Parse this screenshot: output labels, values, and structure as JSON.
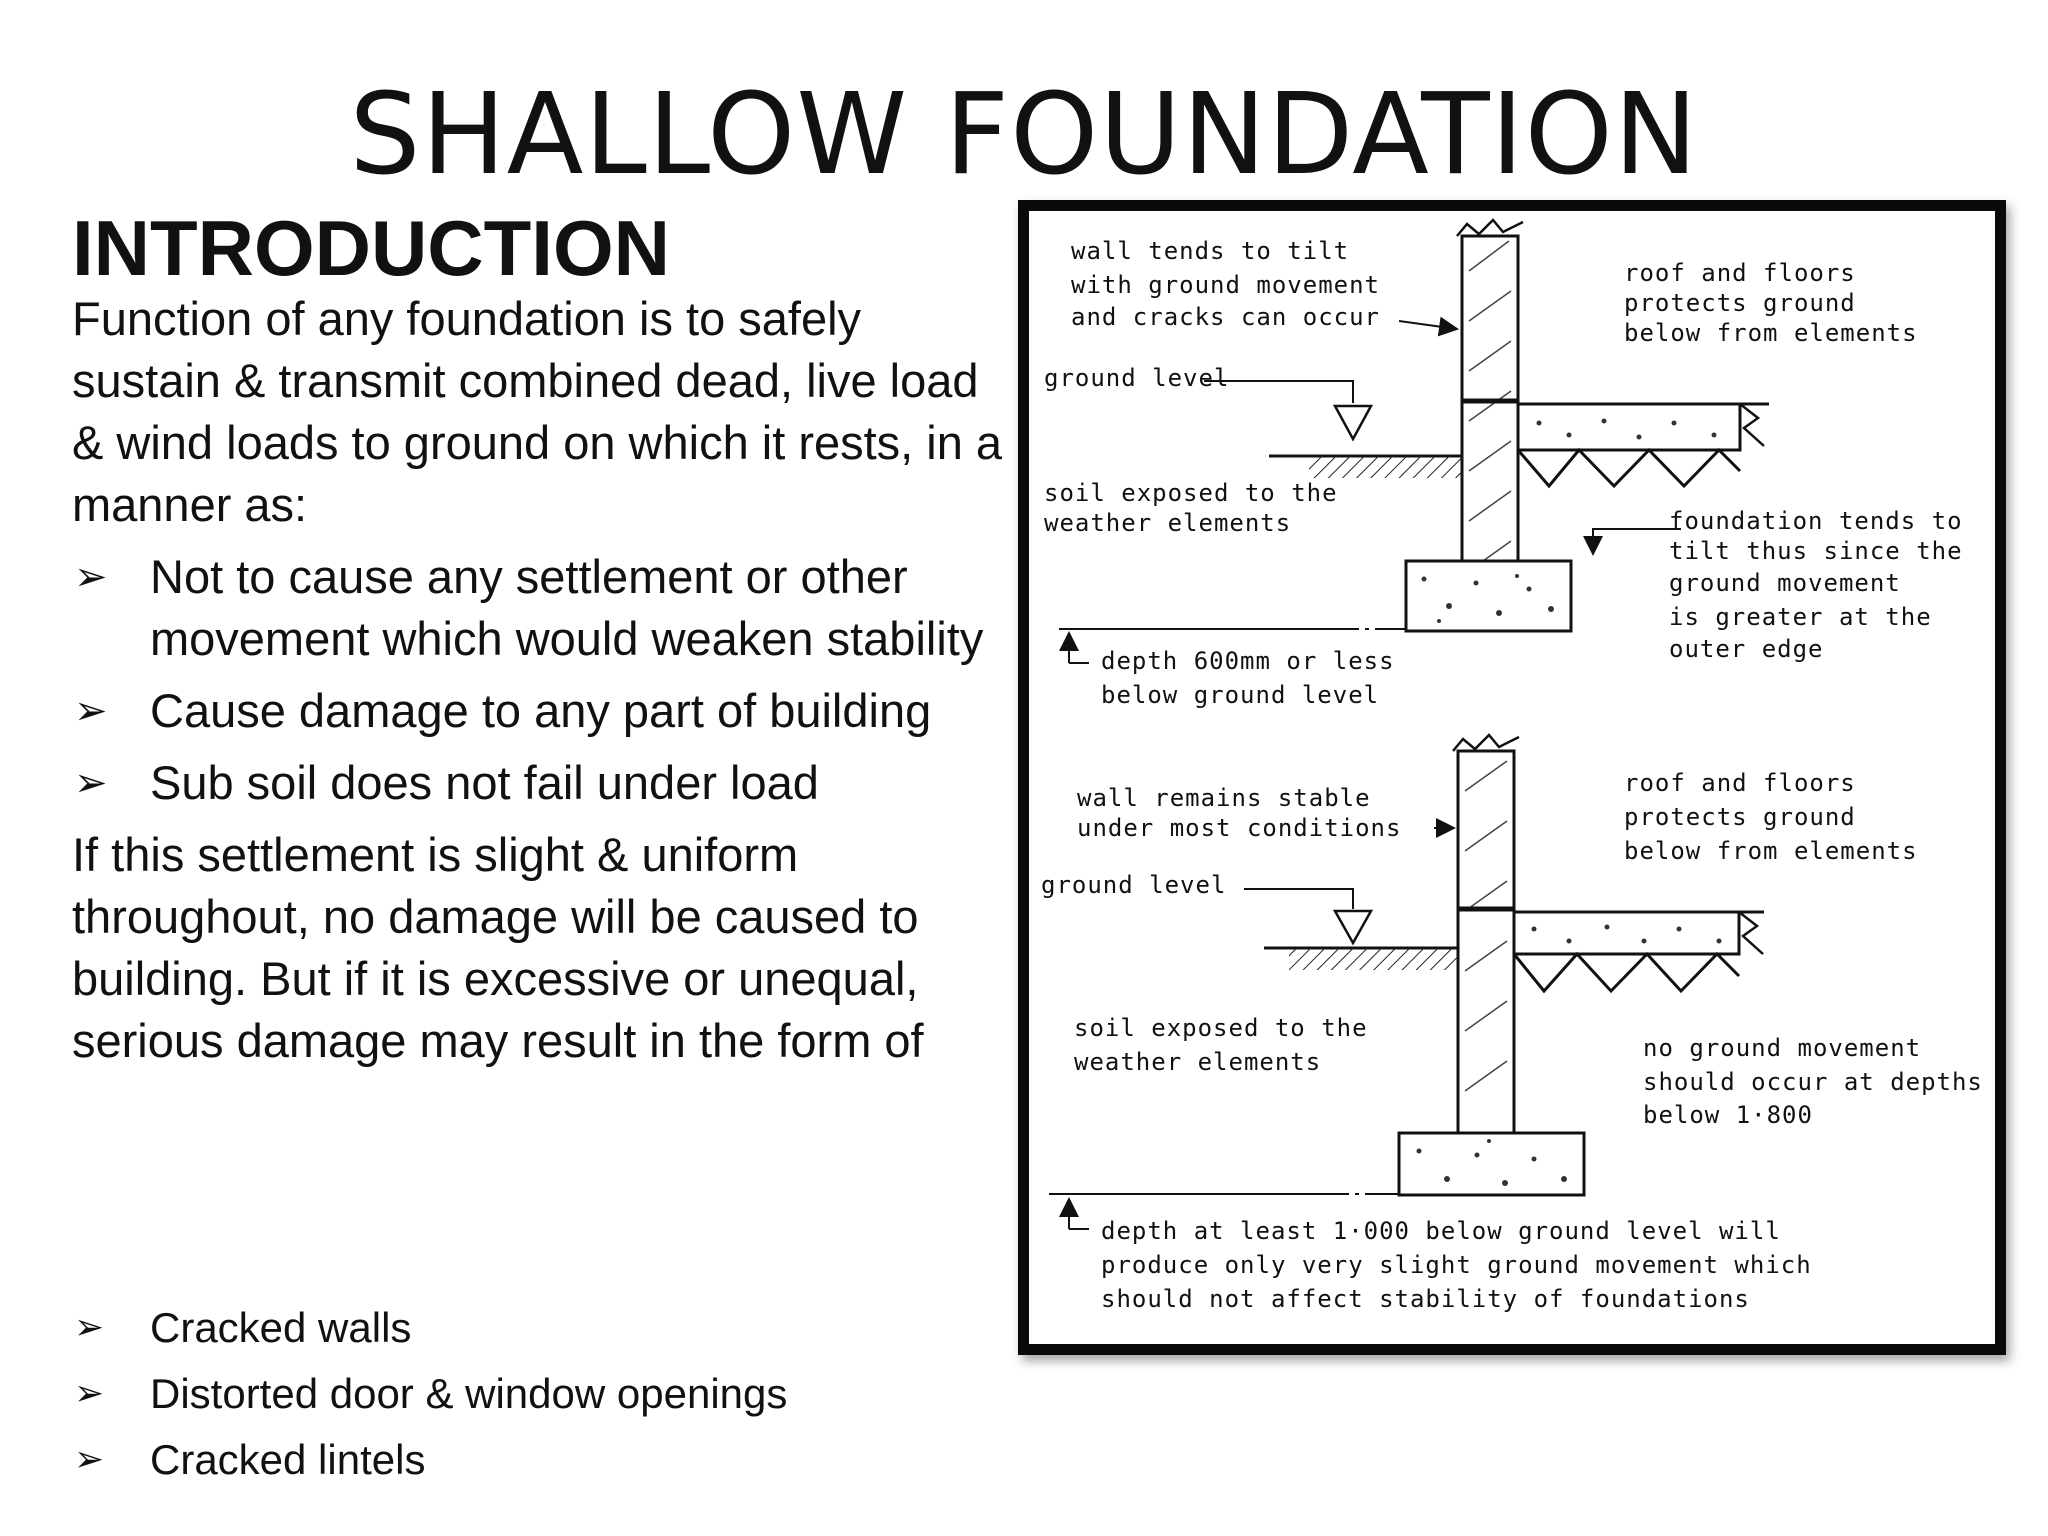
{
  "slide": {
    "title": "SHALLOW FOUNDATION",
    "heading": "INTRODUCTION",
    "intro": "Function of any foundation is to safely sustain & transmit combined dead, live load & wind loads to ground on which it rests, in a manner as:",
    "bullets": [
      "Not to cause any settlement or other movement which would weaken stability",
      "Cause damage to any part of building",
      "Sub soil does not fail under load"
    ],
    "paragraph2": "If this settlement is slight & uniform throughout, no damage will be caused to building. But if it is excessive or unequal, serious damage may result in the form of",
    "damage_list": [
      "Cracked walls",
      "Distorted door & window openings",
      "Cracked lintels"
    ],
    "bullet_glyph": "➢"
  },
  "diagram": {
    "top": {
      "wall_label": [
        "wall tends to tilt",
        "with ground movement",
        "and cracks can occur"
      ],
      "roof_label": [
        "roof and floors",
        "protects ground",
        "below from elements"
      ],
      "ground_label": "ground level",
      "soil_label": [
        "soil exposed to the",
        "weather elements"
      ],
      "foundation_label": [
        "foundation tends to",
        "tilt thus since the",
        "ground movement",
        "is greater at the",
        "outer edge"
      ],
      "depth_label": [
        "depth 600mm or less",
        "below ground level"
      ]
    },
    "bottom": {
      "wall_label": [
        "wall remains stable",
        "under most conditions"
      ],
      "roof_label": [
        "roof and floors",
        "protects ground",
        "below from elements"
      ],
      "ground_label": "ground level",
      "soil_label": [
        "soil exposed to the",
        "weather elements"
      ],
      "movement_label": [
        "no ground movement",
        "should occur at depths",
        "below 1·800"
      ],
      "depth_label": [
        "depth at least 1·000 below ground level will",
        "produce only very slight ground movement which",
        "should not affect stability of foundations"
      ]
    }
  }
}
